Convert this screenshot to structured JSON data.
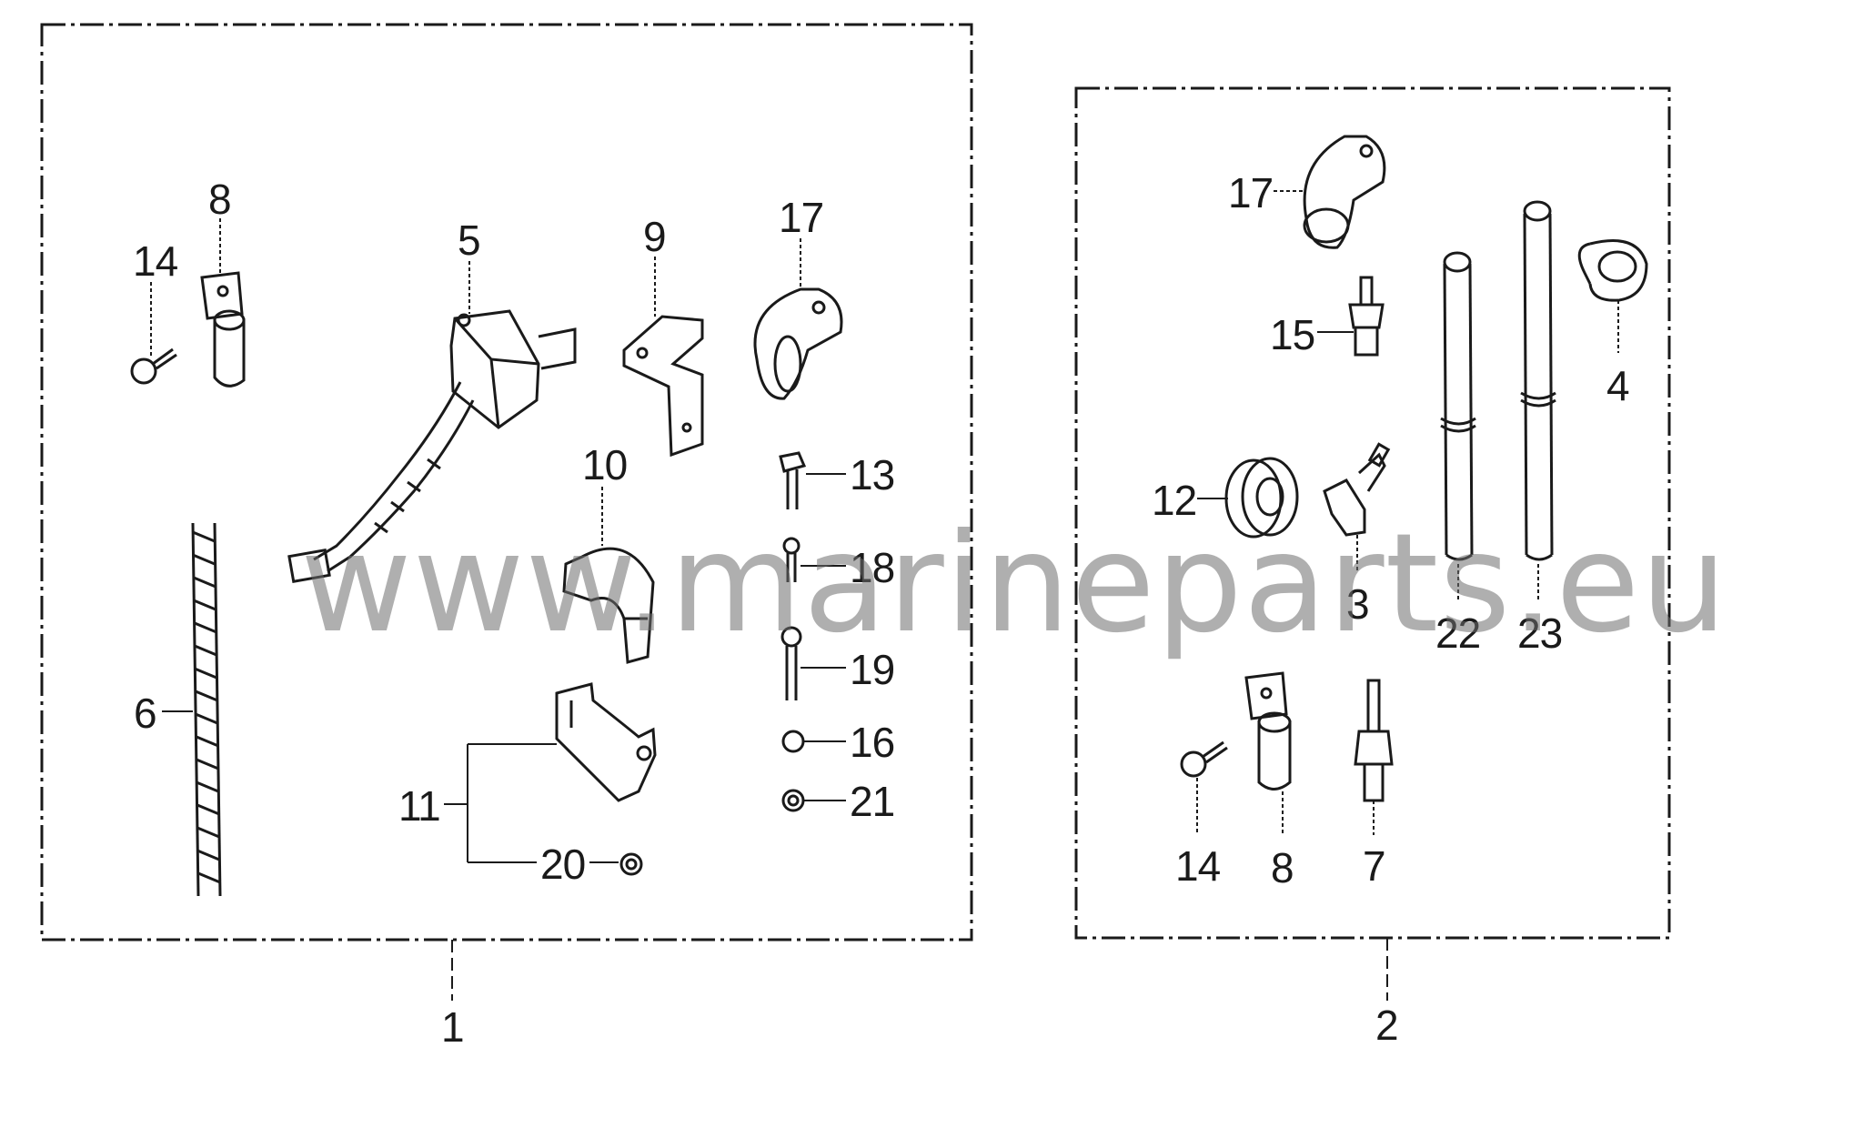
{
  "watermark": "www.marineparts.eu",
  "colors": {
    "line": "#1a1a1a",
    "watermark": "#8a8a8a",
    "background": "#ffffff"
  },
  "kit_1": {
    "kit_number": "1",
    "callouts": {
      "p8": "8",
      "p14": "14",
      "p5": "5",
      "p9": "9",
      "p17": "17",
      "p10": "10",
      "p13": "13",
      "p18": "18",
      "p19": "19",
      "p16": "16",
      "p21": "21",
      "p6": "6",
      "p11": "11",
      "p20": "20"
    }
  },
  "kit_2": {
    "kit_number": "2",
    "callouts": {
      "p17": "17",
      "p15": "15",
      "p4": "4",
      "p12": "12",
      "p3": "3",
      "p22": "22",
      "p23": "23",
      "p14": "14",
      "p8": "8",
      "p7": "7"
    }
  }
}
